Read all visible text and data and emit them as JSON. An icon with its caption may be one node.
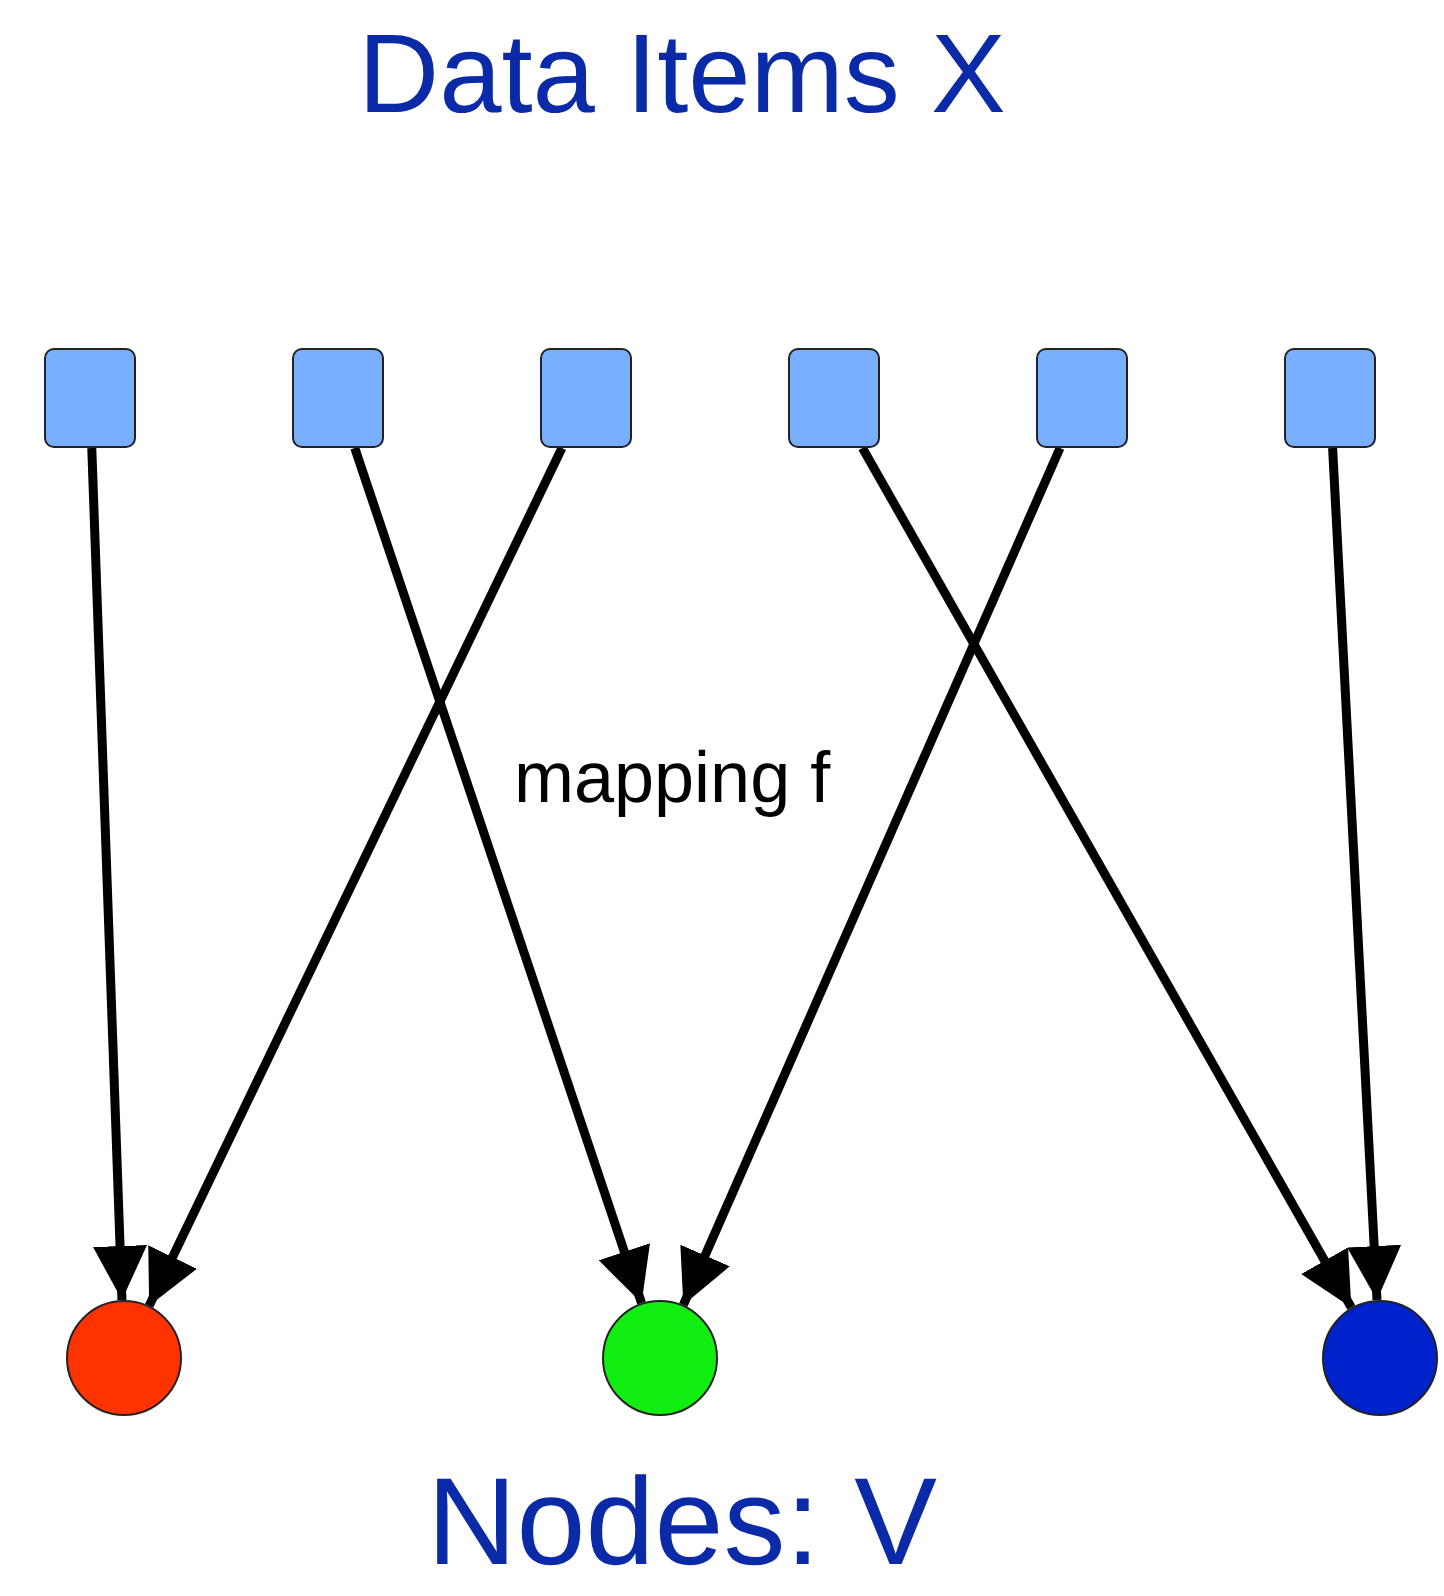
{
  "diagram": {
    "title": "Data Items X",
    "caption": "Nodes: V",
    "nodes": [
      {
        "text": [],
        "shape": "box"
      },
      {
        "text": [],
        "shape": "box"
      },
      {
        "text": [],
        "shape": "box"
      },
      {
        "text": [],
        "shape": "box"
      },
      {
        "text": [],
        "shape": "box"
      },
      {
        "text": [],
        "shape": "box"
      },
      {
        "text": [],
        "shape": "circle"
      },
      {
        "text": [],
        "shape": "circle"
      },
      {
        "text": [],
        "shape": "circle"
      }
    ],
    "edges": [
      {
        "from": 0,
        "to": 6,
        "arrow": "to"
      },
      {
        "from": 1,
        "to": 7,
        "arrow": "to"
      },
      {
        "from": 2,
        "to": 6,
        "arrow": "to"
      },
      {
        "from": 3,
        "to": 8,
        "arrow": "to"
      },
      {
        "from": 4,
        "to": 7,
        "arrow": "to"
      },
      {
        "from": 5,
        "to": 8,
        "arrow": "to"
      }
    ],
    "labels": [
      "mapping f"
    ]
  }
}
